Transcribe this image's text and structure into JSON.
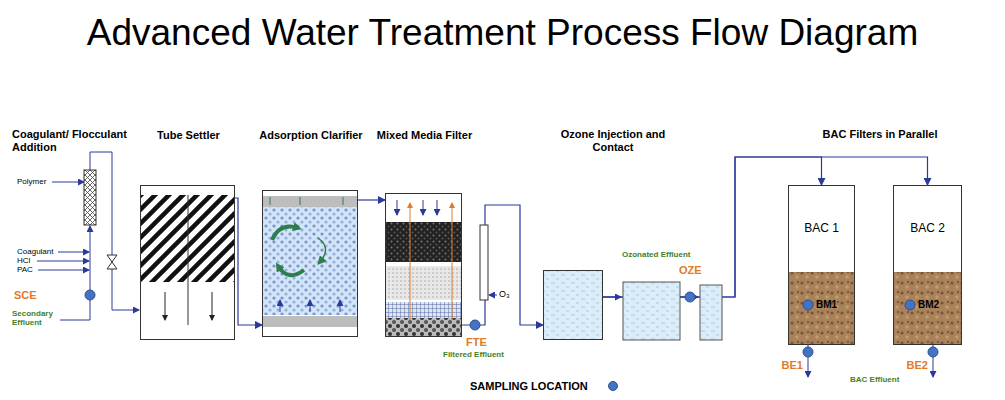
{
  "diagram": {
    "title": "Advanced Water Treatment Process Flow Diagram",
    "nodes": [
      {
        "text": [
          "Tube Settler"
        ]
      },
      {
        "text": [
          "Adsorption Clarifier"
        ]
      },
      {
        "text": [
          "Mixed Media Filter"
        ]
      },
      {
        "text": [
          "Ozone Injection and Contact"
        ]
      },
      {
        "text": [
          "BAC 1"
        ]
      },
      {
        "text": [
          "BAC 2"
        ]
      }
    ],
    "edges": [
      {
        "from": 0,
        "to": 1,
        "arrow": "to"
      },
      {
        "from": 1,
        "to": 2,
        "arrow": "to"
      },
      {
        "from": 2,
        "to": 3,
        "arrow": "to"
      },
      {
        "from": 3,
        "to": 4,
        "arrow": "to"
      },
      {
        "from": 3,
        "to": 5,
        "arrow": "to"
      }
    ],
    "labels": [
      "Coagulant/ Flocculant Addition",
      "BAC Filters in Parallel",
      "Polymer",
      "Coagulant",
      "HCl",
      "PAC",
      "SCE",
      "Secondary Effluent",
      "FTE",
      "Filtered Effluent",
      "O₃",
      "Ozonated Effluent",
      "OZE",
      "BM1",
      "BM2",
      "BE1",
      "BE2",
      "BAC Effluent"
    ],
    "legend": [
      {
        "text": "SAMPLING LOCATION",
        "color": "#4472c4"
      }
    ]
  }
}
